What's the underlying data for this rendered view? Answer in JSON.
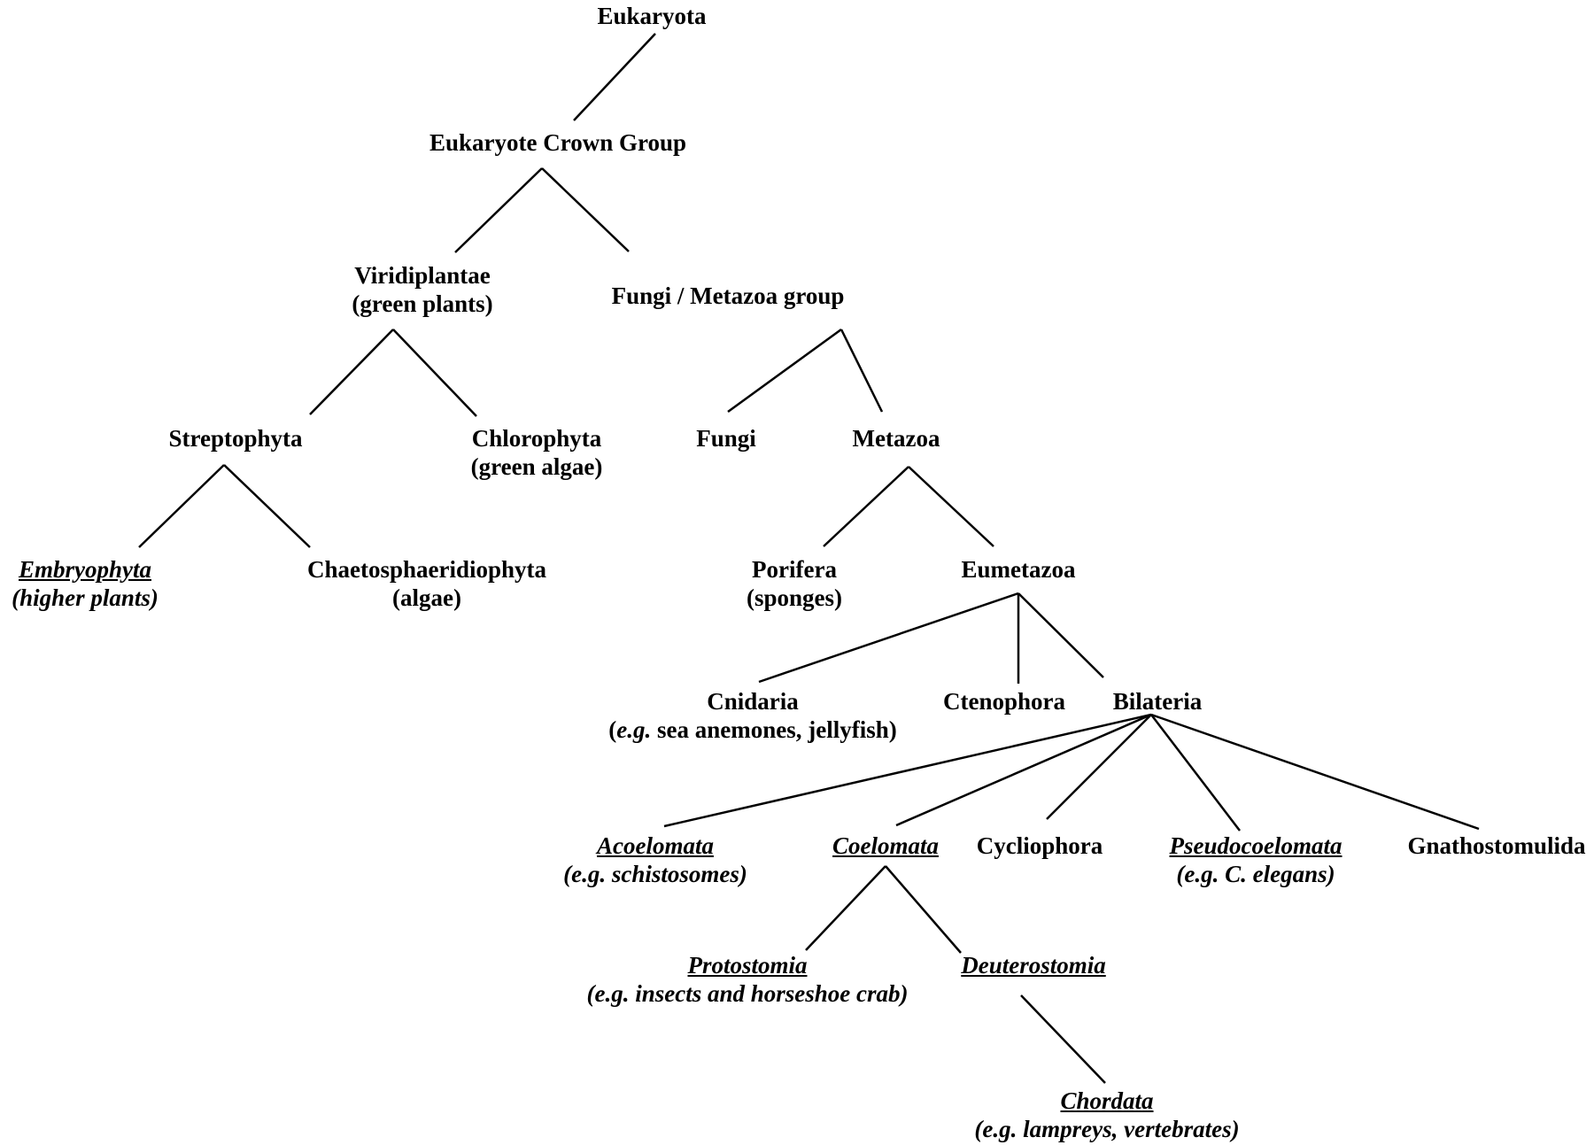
{
  "colors": {
    "ink": "#000000",
    "background": "#ffffff"
  },
  "nodes": {
    "eukaryota": {
      "line1": "Eukaryota"
    },
    "crown": {
      "line1": "Eukaryote Crown Group"
    },
    "viridiplantae": {
      "line1": "Viridiplantae",
      "line2": "(green plants)"
    },
    "fungi_metazoa": {
      "line1": "Fungi / Metazoa group"
    },
    "streptophyta": {
      "line1": "Streptophyta"
    },
    "chlorophyta": {
      "line1": "Chlorophyta",
      "line2": "(green algae)"
    },
    "fungi": {
      "line1": "Fungi"
    },
    "metazoa": {
      "line1": "Metazoa"
    },
    "embryophyta": {
      "line1": "Embryophyta",
      "line2": "(higher plants)"
    },
    "chaetosphaeridiophyta": {
      "line1": "Chaetosphaeridiophyta",
      "line2": "(algae)"
    },
    "porifera": {
      "line1": "Porifera",
      "line2": "(sponges)"
    },
    "eumetazoa": {
      "line1": "Eumetazoa"
    },
    "cnidaria": {
      "line1": "Cnidaria",
      "line2_em": "e.g.",
      "line2_rest": " sea anemones, jellyfish)"
    },
    "ctenophora": {
      "line1": "Ctenophora"
    },
    "bilateria": {
      "line1": "Bilateria"
    },
    "acoelomata": {
      "line1": "Acoelomata",
      "line2": "(e.g. schistosomes)"
    },
    "coelomata": {
      "line1": "Coelomata"
    },
    "cycliophora": {
      "line1": "Cycliophora"
    },
    "pseudocoelomata": {
      "line1": "Pseudocoelomata",
      "line2": "(e.g. C. elegans)"
    },
    "gnathostomulida": {
      "line1": "Gnathostomulida"
    },
    "protostomia": {
      "line1": "Protostomia",
      "line2": "(e.g. insects and horseshoe crab)"
    },
    "deuterostomia": {
      "line1": "Deuterostomia"
    },
    "chordata": {
      "line1": "Chordata",
      "line2": "(e.g. lampreys, vertebrates)"
    }
  },
  "edges": [
    [
      "eukaryota",
      "crown"
    ],
    [
      "crown",
      "viridiplantae"
    ],
    [
      "crown",
      "fungi_metazoa"
    ],
    [
      "viridiplantae",
      "streptophyta"
    ],
    [
      "viridiplantae",
      "chlorophyta"
    ],
    [
      "fungi_metazoa",
      "fungi"
    ],
    [
      "fungi_metazoa",
      "metazoa"
    ],
    [
      "streptophyta",
      "embryophyta"
    ],
    [
      "streptophyta",
      "chaetosphaeridiophyta"
    ],
    [
      "metazoa",
      "porifera"
    ],
    [
      "metazoa",
      "eumetazoa"
    ],
    [
      "eumetazoa",
      "cnidaria"
    ],
    [
      "eumetazoa",
      "ctenophora"
    ],
    [
      "eumetazoa",
      "bilateria"
    ],
    [
      "bilateria",
      "acoelomata"
    ],
    [
      "bilateria",
      "coelomata"
    ],
    [
      "bilateria",
      "cycliophora"
    ],
    [
      "bilateria",
      "pseudocoelomata"
    ],
    [
      "bilateria",
      "gnathostomulida"
    ],
    [
      "coelomata",
      "protostomia"
    ],
    [
      "coelomata",
      "deuterostomia"
    ],
    [
      "deuterostomia",
      "chordata"
    ]
  ]
}
